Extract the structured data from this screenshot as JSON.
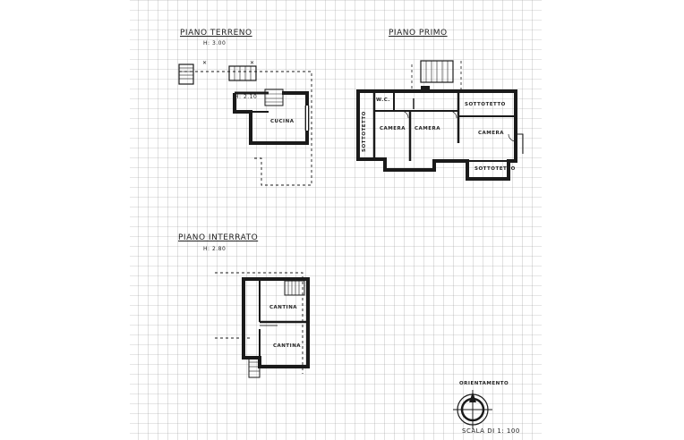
{
  "floors": {
    "ground": {
      "title": "PIANO TERRENO",
      "height": "H: 3.00",
      "rooms": {
        "cucina": "CUCINA",
        "stair_height": "H: 2.10"
      }
    },
    "first": {
      "title": "PIANO PRIMO",
      "rooms": {
        "wc": "W.C.",
        "sottotetto_left": "SOTTOTETTO",
        "camera_1": "CAMERA",
        "camera_2": "CAMERA",
        "sottotetto_top": "SOTTOTETTO",
        "camera_3": "CAMERA",
        "sottotetto_bottom": "SOTTOTETTO"
      }
    },
    "basement": {
      "title": "PIANO INTERRATO",
      "height": "H: 2.80",
      "rooms": {
        "cantina_1": "CANTINA",
        "cantina_2": "CANTINA"
      }
    }
  },
  "legend": {
    "orientation": "ORIENTAMENTO",
    "scale": "SCALA DI 1: 100"
  },
  "colors": {
    "paper": "#ffffff",
    "grid": "#9a9a9a",
    "ink": "#1a1a1a"
  }
}
